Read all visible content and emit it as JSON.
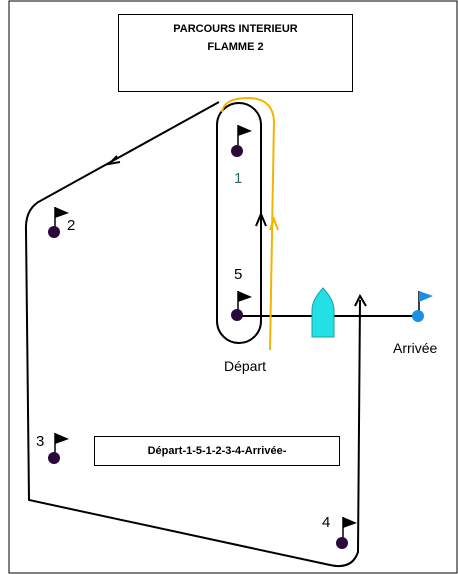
{
  "header": {
    "line1": "PARCOURS INTERIEUR",
    "line2": "FLAMME 2"
  },
  "route": "Départ-1-5-1-2-3-4-Arrivée-",
  "marks": {
    "m1": "1",
    "m2": "2",
    "m3": "3",
    "m4": "4",
    "m5": "5"
  },
  "depart_label": "Départ",
  "arrivee_label": "Arrivée",
  "colors": {
    "course_line": "#000000",
    "start_path": "#f5b400",
    "pennant": "#0b1fc7",
    "buoy": "#2a0a3a",
    "boat": "#22e0e6",
    "finish_buoy": "#1a8fe6"
  }
}
